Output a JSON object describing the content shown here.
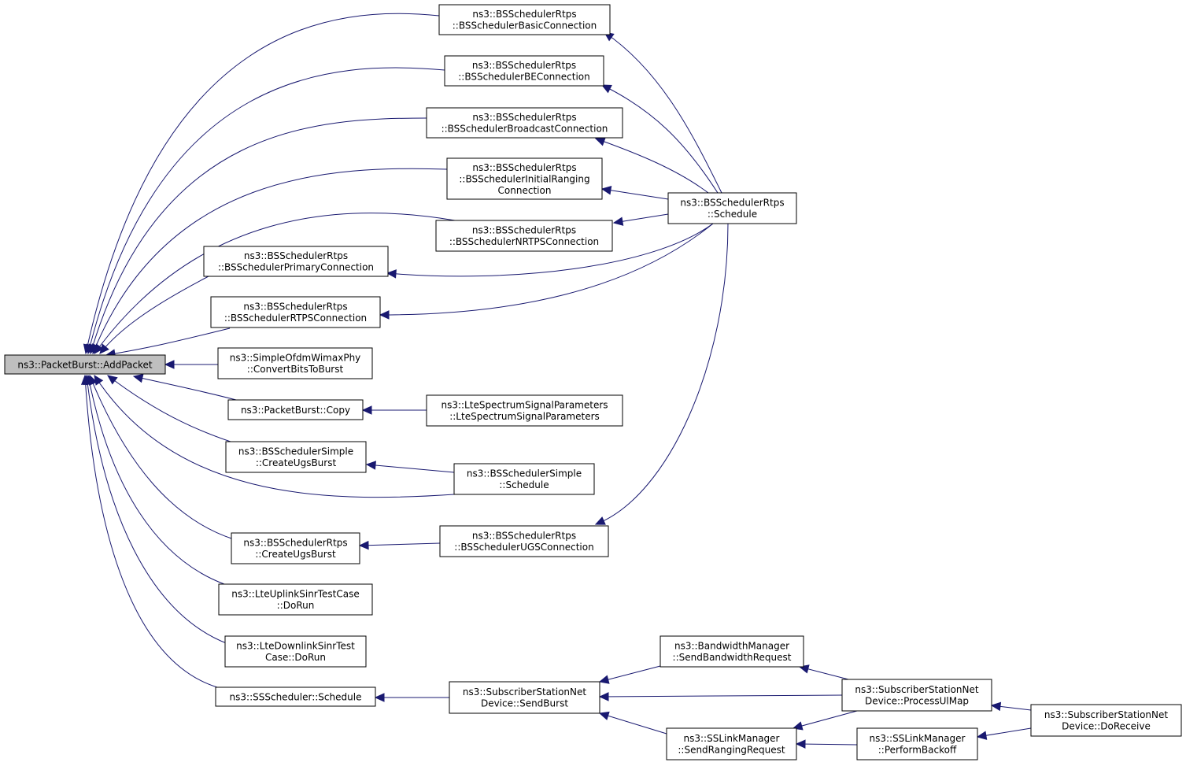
{
  "colors": {
    "edge": "#191970",
    "node_fill": "#ffffff",
    "root_fill": "#bfbfbf",
    "border": "#000000"
  },
  "nodes": {
    "addpacket": {
      "lines": [
        "ns3::PacketBurst::AddPacket"
      ],
      "root": true
    },
    "basic": {
      "lines": [
        "ns3::BSSchedulerRtps",
        "::BSSchedulerBasicConnection"
      ]
    },
    "be": {
      "lines": [
        "ns3::BSSchedulerRtps",
        "::BSSchedulerBEConnection"
      ]
    },
    "broadcast": {
      "lines": [
        "ns3::BSSchedulerRtps",
        "::BSSchedulerBroadcastConnection"
      ]
    },
    "initial": {
      "lines": [
        "ns3::BSSchedulerRtps",
        "::BSSchedulerInitialRanging",
        "Connection"
      ]
    },
    "nrtps": {
      "lines": [
        "ns3::BSSchedulerRtps",
        "::BSSchedulerNRTPSConnection"
      ]
    },
    "primary": {
      "lines": [
        "ns3::BSSchedulerRtps",
        "::BSSchedulerPrimaryConnection"
      ]
    },
    "rtps": {
      "lines": [
        "ns3::BSSchedulerRtps",
        "::BSSchedulerRTPSConnection"
      ]
    },
    "rtpsschedule": {
      "lines": [
        "ns3::BSSchedulerRtps",
        "::Schedule"
      ]
    },
    "convertbits": {
      "lines": [
        "ns3::SimpleOfdmWimaxPhy",
        "::ConvertBitsToBurst"
      ]
    },
    "copy": {
      "lines": [
        "ns3::PacketBurst::Copy"
      ]
    },
    "ltespectrum": {
      "lines": [
        "ns3::LteSpectrumSignalParameters",
        "::LteSpectrumSignalParameters"
      ]
    },
    "simpleugs": {
      "lines": [
        "ns3::BSSchedulerSimple",
        "::CreateUgsBurst"
      ]
    },
    "simpleschedule": {
      "lines": [
        "ns3::BSSchedulerSimple",
        "::Schedule"
      ]
    },
    "rtpsugsburst": {
      "lines": [
        "ns3::BSSchedulerRtps",
        "::CreateUgsBurst"
      ]
    },
    "ugsconn": {
      "lines": [
        "ns3::BSSchedulerRtps",
        "::BSSchedulerUGSConnection"
      ]
    },
    "uplink": {
      "lines": [
        "ns3::LteUplinkSinrTestCase",
        "::DoRun"
      ]
    },
    "downlink": {
      "lines": [
        "ns3::LteDownlinkSinrTest",
        "Case::DoRun"
      ]
    },
    "ssschedule": {
      "lines": [
        "ns3::SSScheduler::Schedule"
      ]
    },
    "sendburst": {
      "lines": [
        "ns3::SubscriberStationNet",
        "Device::SendBurst"
      ]
    },
    "bandwidth": {
      "lines": [
        "ns3::BandwidthManager",
        "::SendBandwidthRequest"
      ]
    },
    "ranging": {
      "lines": [
        "ns3::SSLinkManager",
        "::SendRangingRequest"
      ]
    },
    "processul": {
      "lines": [
        "ns3::SubscriberStationNet",
        "Device::ProcessUlMap"
      ]
    },
    "backoff": {
      "lines": [
        "ns3::SSLinkManager",
        "::PerformBackoff"
      ]
    },
    "doreceive": {
      "lines": [
        "ns3::SubscriberStationNet",
        "Device::DoReceive"
      ]
    }
  },
  "edges": [
    [
      "basic",
      "addpacket"
    ],
    [
      "be",
      "addpacket"
    ],
    [
      "broadcast",
      "addpacket"
    ],
    [
      "initial",
      "addpacket"
    ],
    [
      "nrtps",
      "addpacket"
    ],
    [
      "primary",
      "addpacket"
    ],
    [
      "rtps",
      "addpacket"
    ],
    [
      "convertbits",
      "addpacket"
    ],
    [
      "copy",
      "addpacket"
    ],
    [
      "simpleugs",
      "addpacket"
    ],
    [
      "simpleschedule",
      "addpacket"
    ],
    [
      "rtpsugsburst",
      "addpacket"
    ],
    [
      "uplink",
      "addpacket"
    ],
    [
      "downlink",
      "addpacket"
    ],
    [
      "ssschedule",
      "addpacket"
    ],
    [
      "rtpsschedule",
      "basic"
    ],
    [
      "rtpsschedule",
      "be"
    ],
    [
      "rtpsschedule",
      "broadcast"
    ],
    [
      "rtpsschedule",
      "initial"
    ],
    [
      "rtpsschedule",
      "nrtps"
    ],
    [
      "rtpsschedule",
      "primary"
    ],
    [
      "rtpsschedule",
      "rtps"
    ],
    [
      "rtpsschedule",
      "ugsconn"
    ],
    [
      "ltespectrum",
      "copy"
    ],
    [
      "simpleschedule",
      "simpleugs"
    ],
    [
      "ugsconn",
      "rtpsugsburst"
    ],
    [
      "sendburst",
      "ssschedule"
    ],
    [
      "bandwidth",
      "sendburst"
    ],
    [
      "processul",
      "sendburst"
    ],
    [
      "ranging",
      "sendburst"
    ],
    [
      "processul",
      "bandwidth"
    ],
    [
      "processul",
      "ranging"
    ],
    [
      "backoff",
      "ranging"
    ],
    [
      "doreceive",
      "processul"
    ],
    [
      "doreceive",
      "backoff"
    ]
  ]
}
